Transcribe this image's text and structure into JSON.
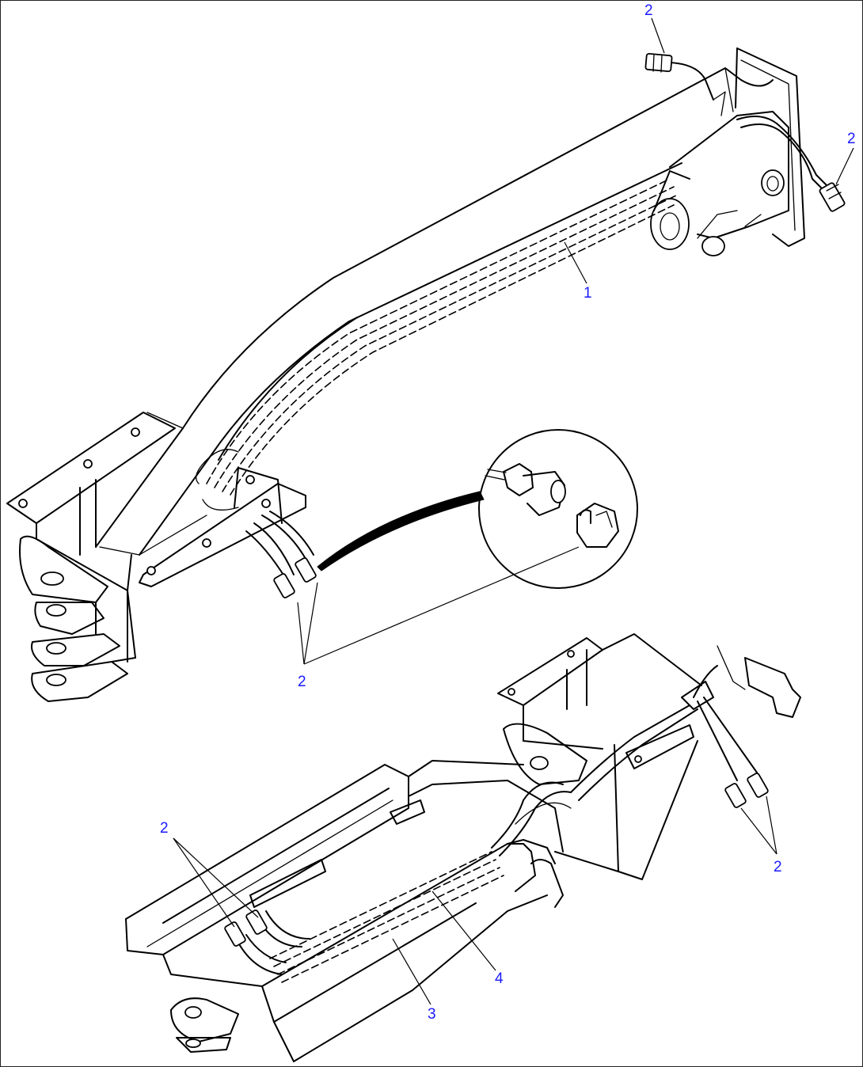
{
  "callouts": [
    {
      "id": "c-2-top",
      "text": "2"
    },
    {
      "id": "c-2-right",
      "text": "2"
    },
    {
      "id": "c-1",
      "text": "1"
    },
    {
      "id": "c-2-mid",
      "text": "2"
    },
    {
      "id": "c-2-left-bottom",
      "text": "2"
    },
    {
      "id": "c-2-right-bottom",
      "text": "2"
    },
    {
      "id": "c-4",
      "text": "4"
    },
    {
      "id": "c-3",
      "text": "3"
    }
  ],
  "colors": {
    "callout": "#1a1aff",
    "ink": "#000000",
    "background": "#ffffff"
  }
}
